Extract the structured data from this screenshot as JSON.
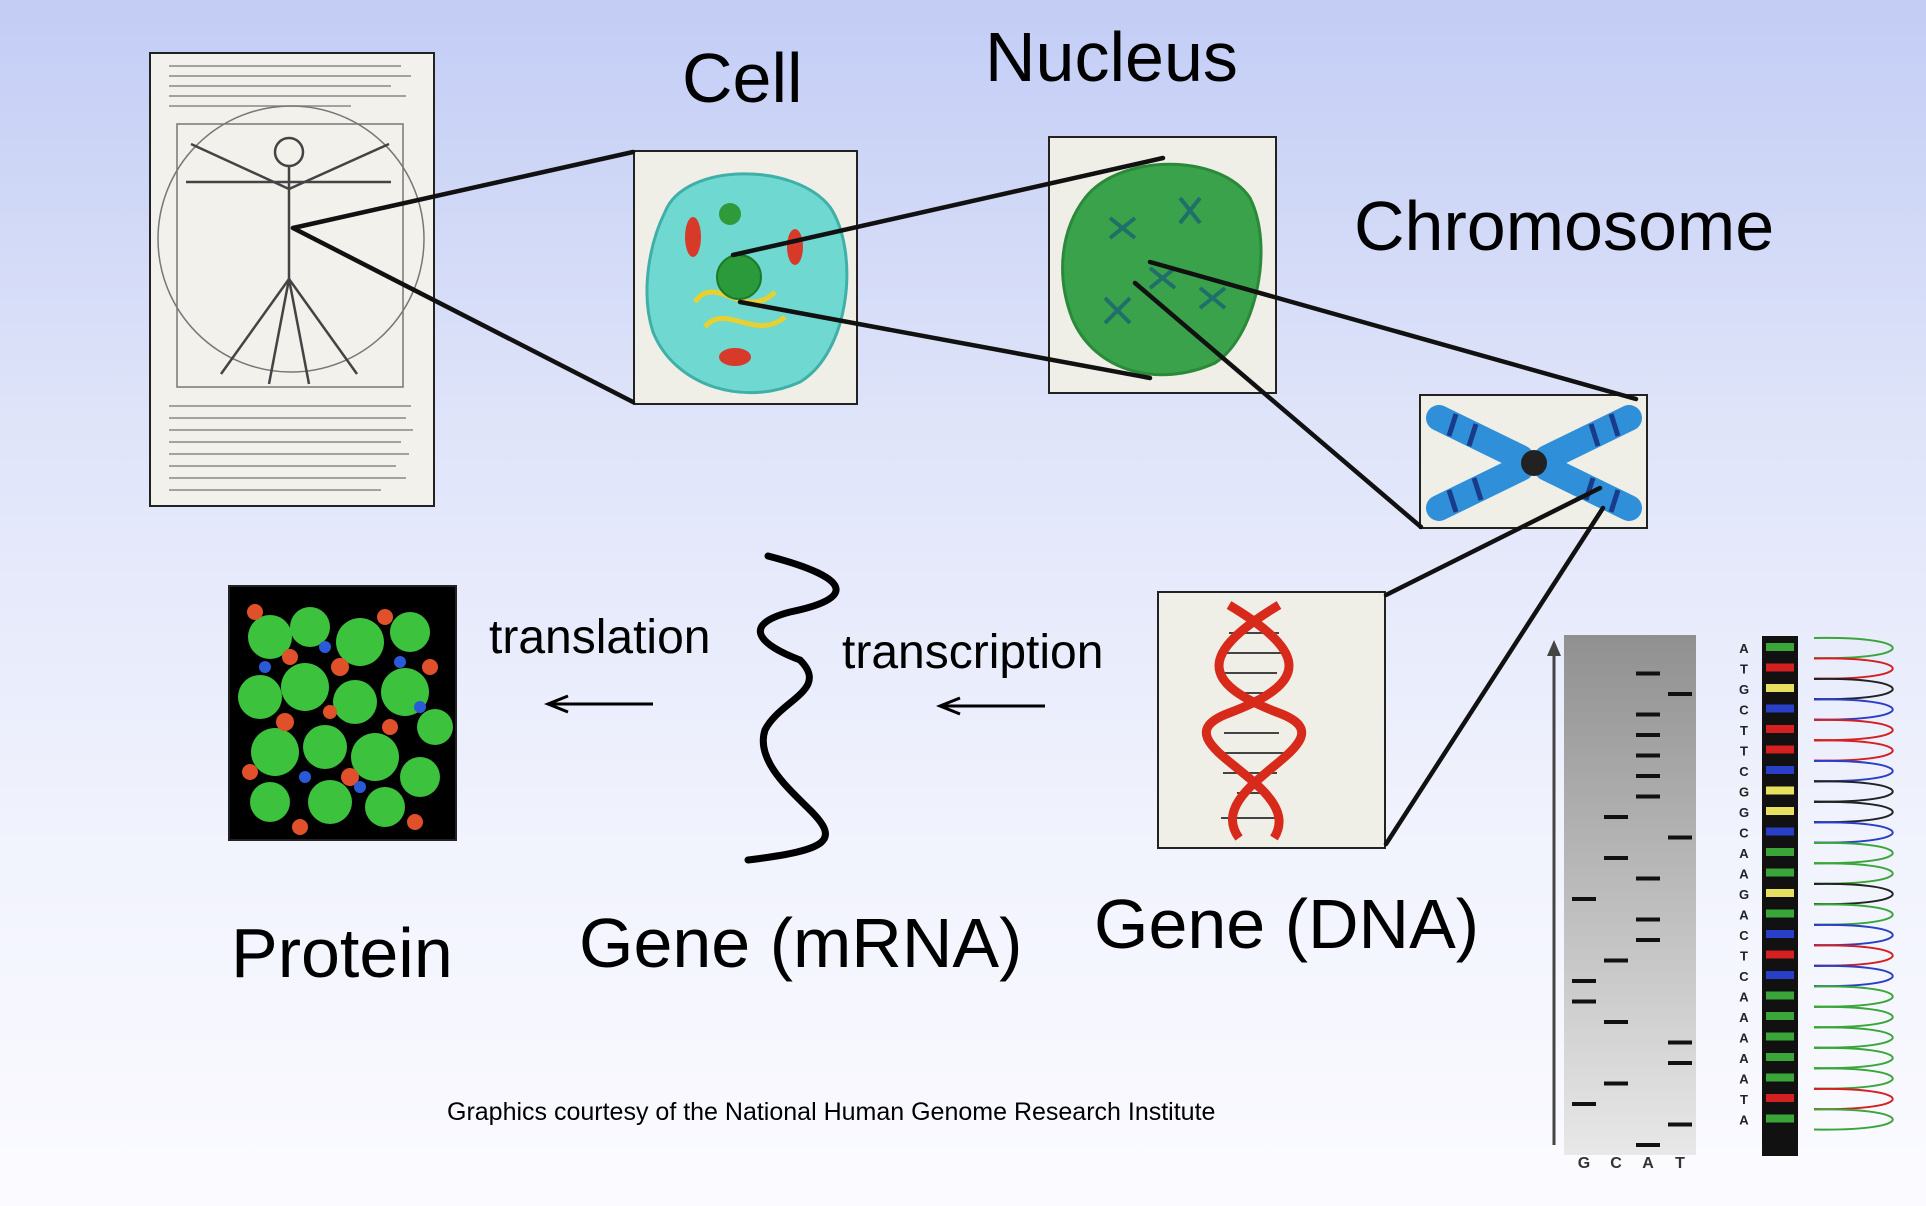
{
  "labels": {
    "cell": "Cell",
    "nucleus": "Nucleus",
    "chromosome": "Chromosome",
    "translation": "translation",
    "transcription": "transcription",
    "protein": "Protein",
    "gene_mrna": "Gene (mRNA)",
    "gene_dna": "Gene (DNA)"
  },
  "credit": "Graphics courtesy of the National Human Genome Research Institute",
  "sequencing": {
    "lane_labels": [
      "G",
      "C",
      "A",
      "T"
    ],
    "sequence": [
      "A",
      "T",
      "G",
      "C",
      "T",
      "T",
      "C",
      "G",
      "G",
      "C",
      "A",
      "A",
      "G",
      "A",
      "C",
      "T",
      "C",
      "A",
      "A",
      "A",
      "A",
      "A",
      "T",
      "A"
    ]
  },
  "colors": {
    "base_A": "#3aa63a",
    "base_T": "#d42020",
    "base_G": "#e8e060",
    "base_C": "#2a3fc8",
    "dna_strand": "#d82a1a",
    "cell_body": "#6fd8d0",
    "nucleus": "#3aa24a",
    "chromosome": "#2f8fd8"
  }
}
